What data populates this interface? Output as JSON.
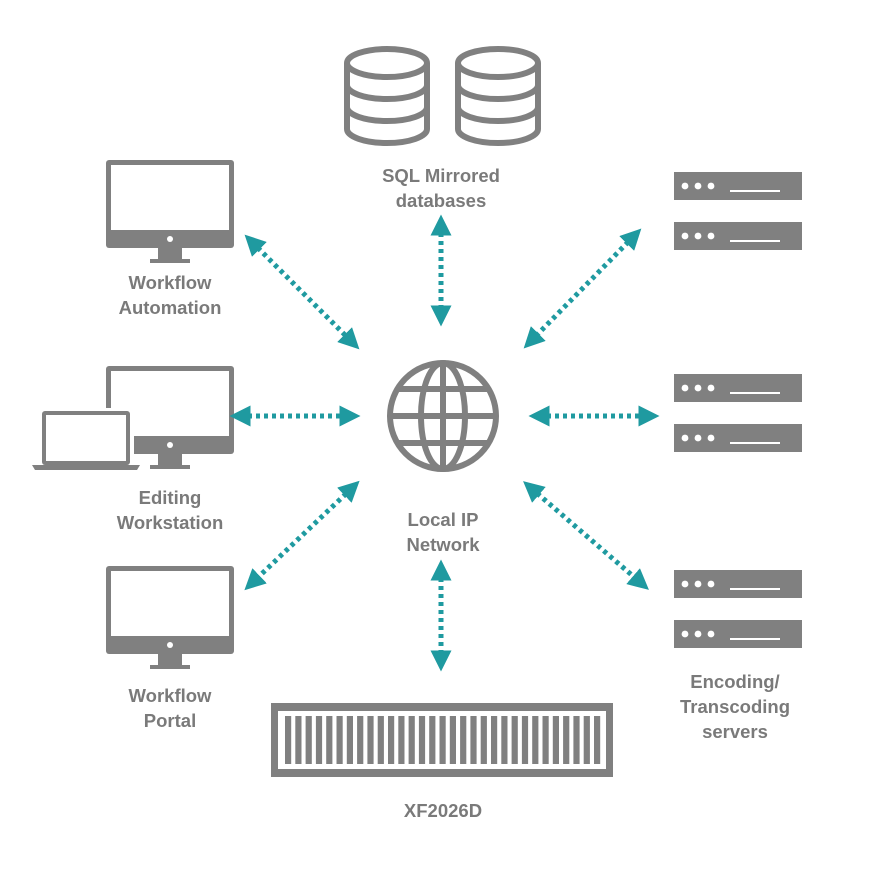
{
  "colors": {
    "device": "#808080",
    "arrow": "#1f9aa0",
    "label": "#7a7a7a",
    "background": "#ffffff"
  },
  "nodes": {
    "sql": {
      "line1": "SQL Mirrored",
      "line2": "databases",
      "icon": "database-icon"
    },
    "workflow_automation": {
      "line1": "Workflow",
      "line2": "Automation",
      "icon": "monitor-icon"
    },
    "editing_workstation": {
      "line1": "Editing",
      "line2": "Workstation",
      "icon": "laptop-monitor-icon"
    },
    "workflow_portal": {
      "line1": "Workflow",
      "line2": "Portal",
      "icon": "monitor-icon"
    },
    "network": {
      "line1": "Local IP",
      "line2": "Network",
      "icon": "globe-icon"
    },
    "storage": {
      "label": "XF2026D",
      "icon": "storage-array-icon"
    },
    "encoding": {
      "line1": "Encoding/",
      "line2": "Transcoding",
      "line3": "servers",
      "icon": "rack-server-icon"
    }
  }
}
